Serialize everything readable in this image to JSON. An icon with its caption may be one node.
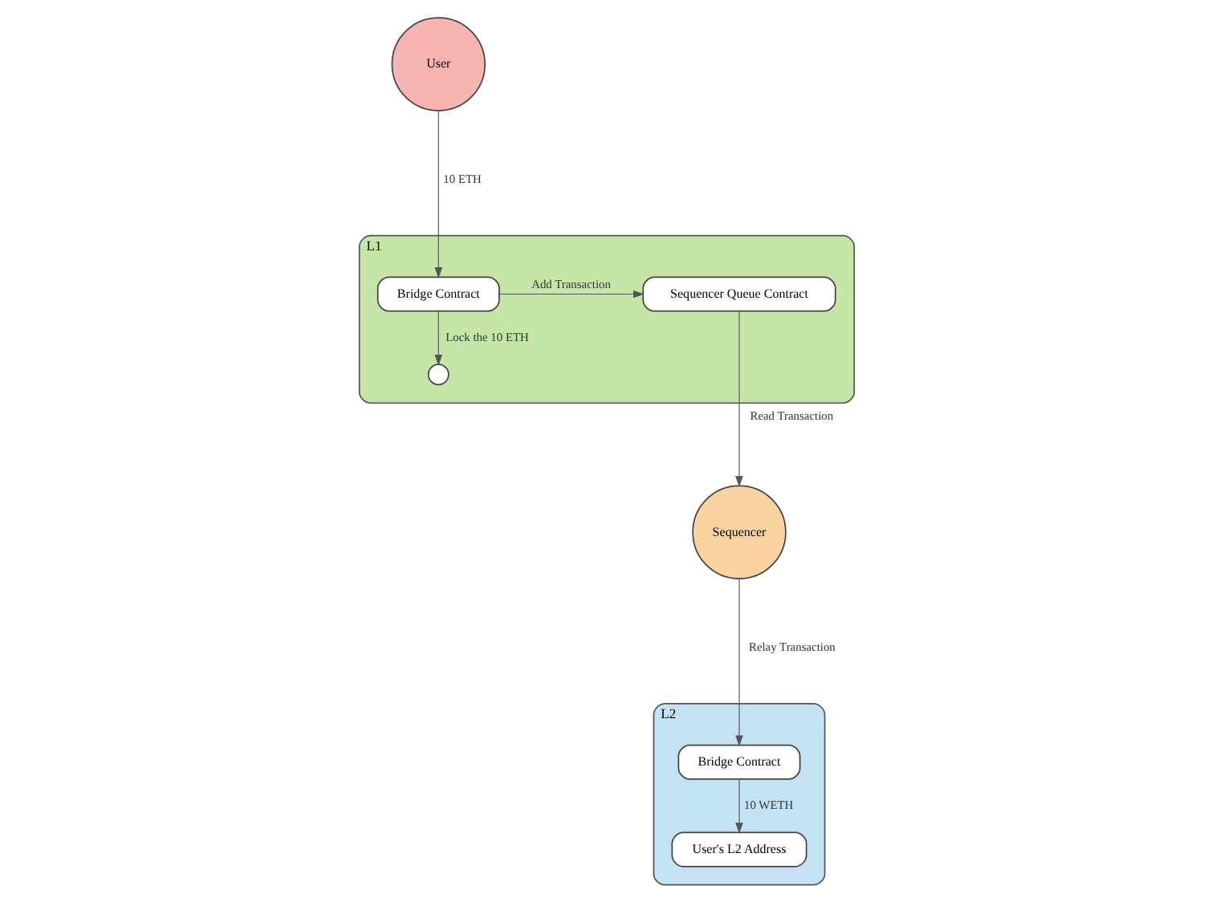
{
  "diagram": {
    "nodes": [
      {
        "text": [
          "User"
        ]
      },
      {
        "text": [
          "L1"
        ]
      },
      {
        "text": [
          "Bridge Contract"
        ],
        "in": 1
      },
      {
        "text": [
          "Sequencer Queue Contract"
        ],
        "in": 1
      },
      {
        "text": [],
        "shape": "circle",
        "in": 1
      },
      {
        "text": [
          "Sequencer"
        ]
      },
      {
        "text": [
          "L2"
        ]
      },
      {
        "text": [
          "User's L2 Address"
        ],
        "in": 6
      },
      {
        "text": [
          "Bridge Contract"
        ],
        "in": 6
      }
    ],
    "edges": [
      {
        "from": 0,
        "to": 2,
        "arrow": "to",
        "label": "10 ETH"
      },
      {
        "from": 2,
        "to": 3,
        "arrow": "to",
        "label": "Add Transaction"
      },
      {
        "from": 2,
        "to": 4,
        "arrow": "to",
        "label": "Lock the 10 ETH"
      },
      {
        "from": 3,
        "to": 5,
        "arrow": "to",
        "label": "Read Transaction"
      },
      {
        "from": 5,
        "to": 8,
        "arrow": "to",
        "label": "Relay Transaction"
      },
      {
        "from": 8,
        "to": 7,
        "arrow": "to",
        "label": "10 WETH"
      }
    ]
  }
}
